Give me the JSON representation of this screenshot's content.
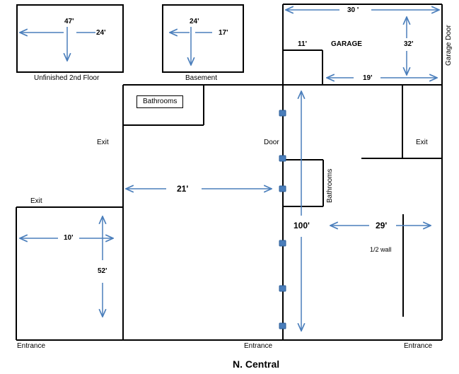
{
  "title": "N. Central",
  "rooms": {
    "second_floor": "Unfinished 2nd Floor",
    "basement": "Basement",
    "garage": "GARAGE",
    "bathrooms_top": "Bathrooms",
    "bathrooms_side": "Bathrooms"
  },
  "doors": {
    "garage_door": "Garage Door",
    "door": "Door",
    "exit_left": "Exit",
    "exit_lower_left": "Exit",
    "exit_right": "Exit",
    "entrance_left": "Entrance",
    "entrance_center": "Entrance",
    "entrance_right": "Entrance"
  },
  "dimensions": {
    "second_floor_width": "47'",
    "second_floor_depth": "24'",
    "basement_width": "24'",
    "basement_depth": "17'",
    "garage_width": "30 '",
    "garage_depth": "32'",
    "garage_inner": "11'",
    "garage_lower": "19'",
    "main_left": "21'",
    "left_room_width": "10'",
    "left_room_depth": "52'",
    "main_length": "100'",
    "right_width": "29'"
  },
  "notes": {
    "half_wall": "1/2 wall"
  },
  "colors": {
    "line": "#000000",
    "arrow": "#4a7ebb",
    "post": "#4a7ebb"
  }
}
